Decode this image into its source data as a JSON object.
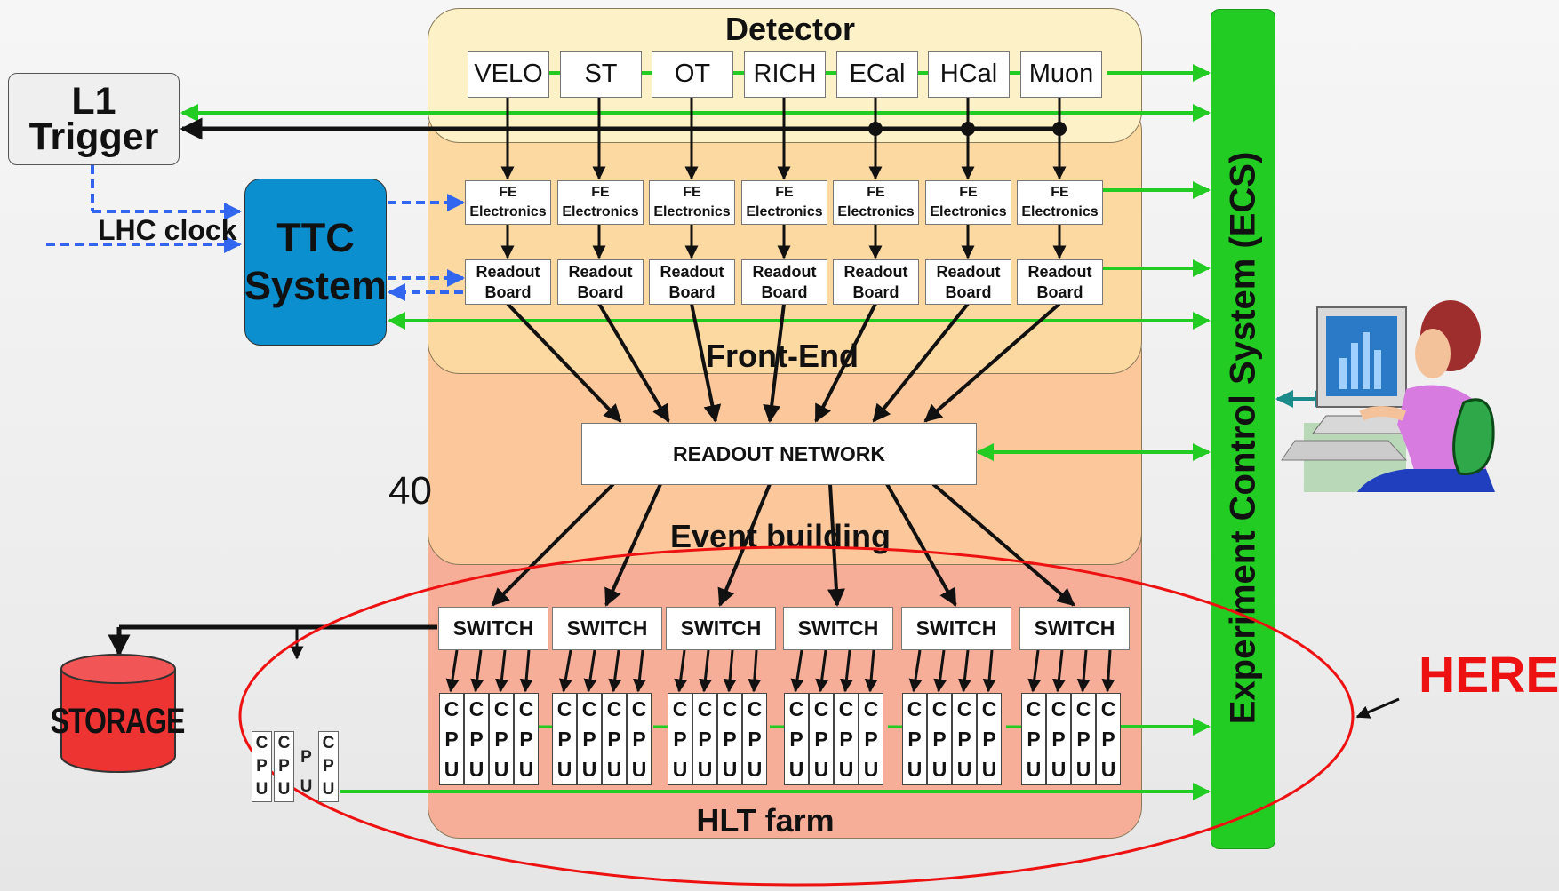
{
  "colors": {
    "ecs": "#22cc22",
    "ttc": "#0b8fcf",
    "storage": "#ee3333",
    "here": "#ee1111",
    "arrow_green": "#22cc22",
    "arrow_black": "#111111",
    "arrow_blue_dashed": "#3366ee",
    "zone_detector": "#fdf1c8",
    "zone_frontend": "#fdd9a2",
    "zone_eventbuilding": "#fcc79a",
    "zone_hlt": "#f6ae98"
  },
  "zones": {
    "detector": "Detector",
    "frontend": "Front-End",
    "event_building": "Event building",
    "hlt_farm": "HLT farm"
  },
  "detectors": [
    "VELO",
    "ST",
    "OT",
    "RICH",
    "ECal",
    "HCal",
    "Muon"
  ],
  "fe_electronics": {
    "line1": "FE",
    "line2": "Electronics",
    "count": 7
  },
  "readout_board": {
    "line1": "Readout",
    "line2": "Board",
    "count": 7
  },
  "readout_network": "READOUT NETWORK",
  "switch_label": "SWITCH",
  "switch_count": 6,
  "cpu_letters": [
    "C",
    "P",
    "U"
  ],
  "l1_trigger": {
    "line1": "L1",
    "line2": "Trigger"
  },
  "ttc": {
    "line1": "TTC",
    "line2": "System"
  },
  "lhc_clock": "LHC clock",
  "partial_40": "40",
  "storage": "STORAGE",
  "ecs": "Experiment Control System (ECS)",
  "here": "HERE",
  "icons": {
    "operator": "operator-at-computer-icon",
    "storage": "cylinder-storage-icon"
  }
}
